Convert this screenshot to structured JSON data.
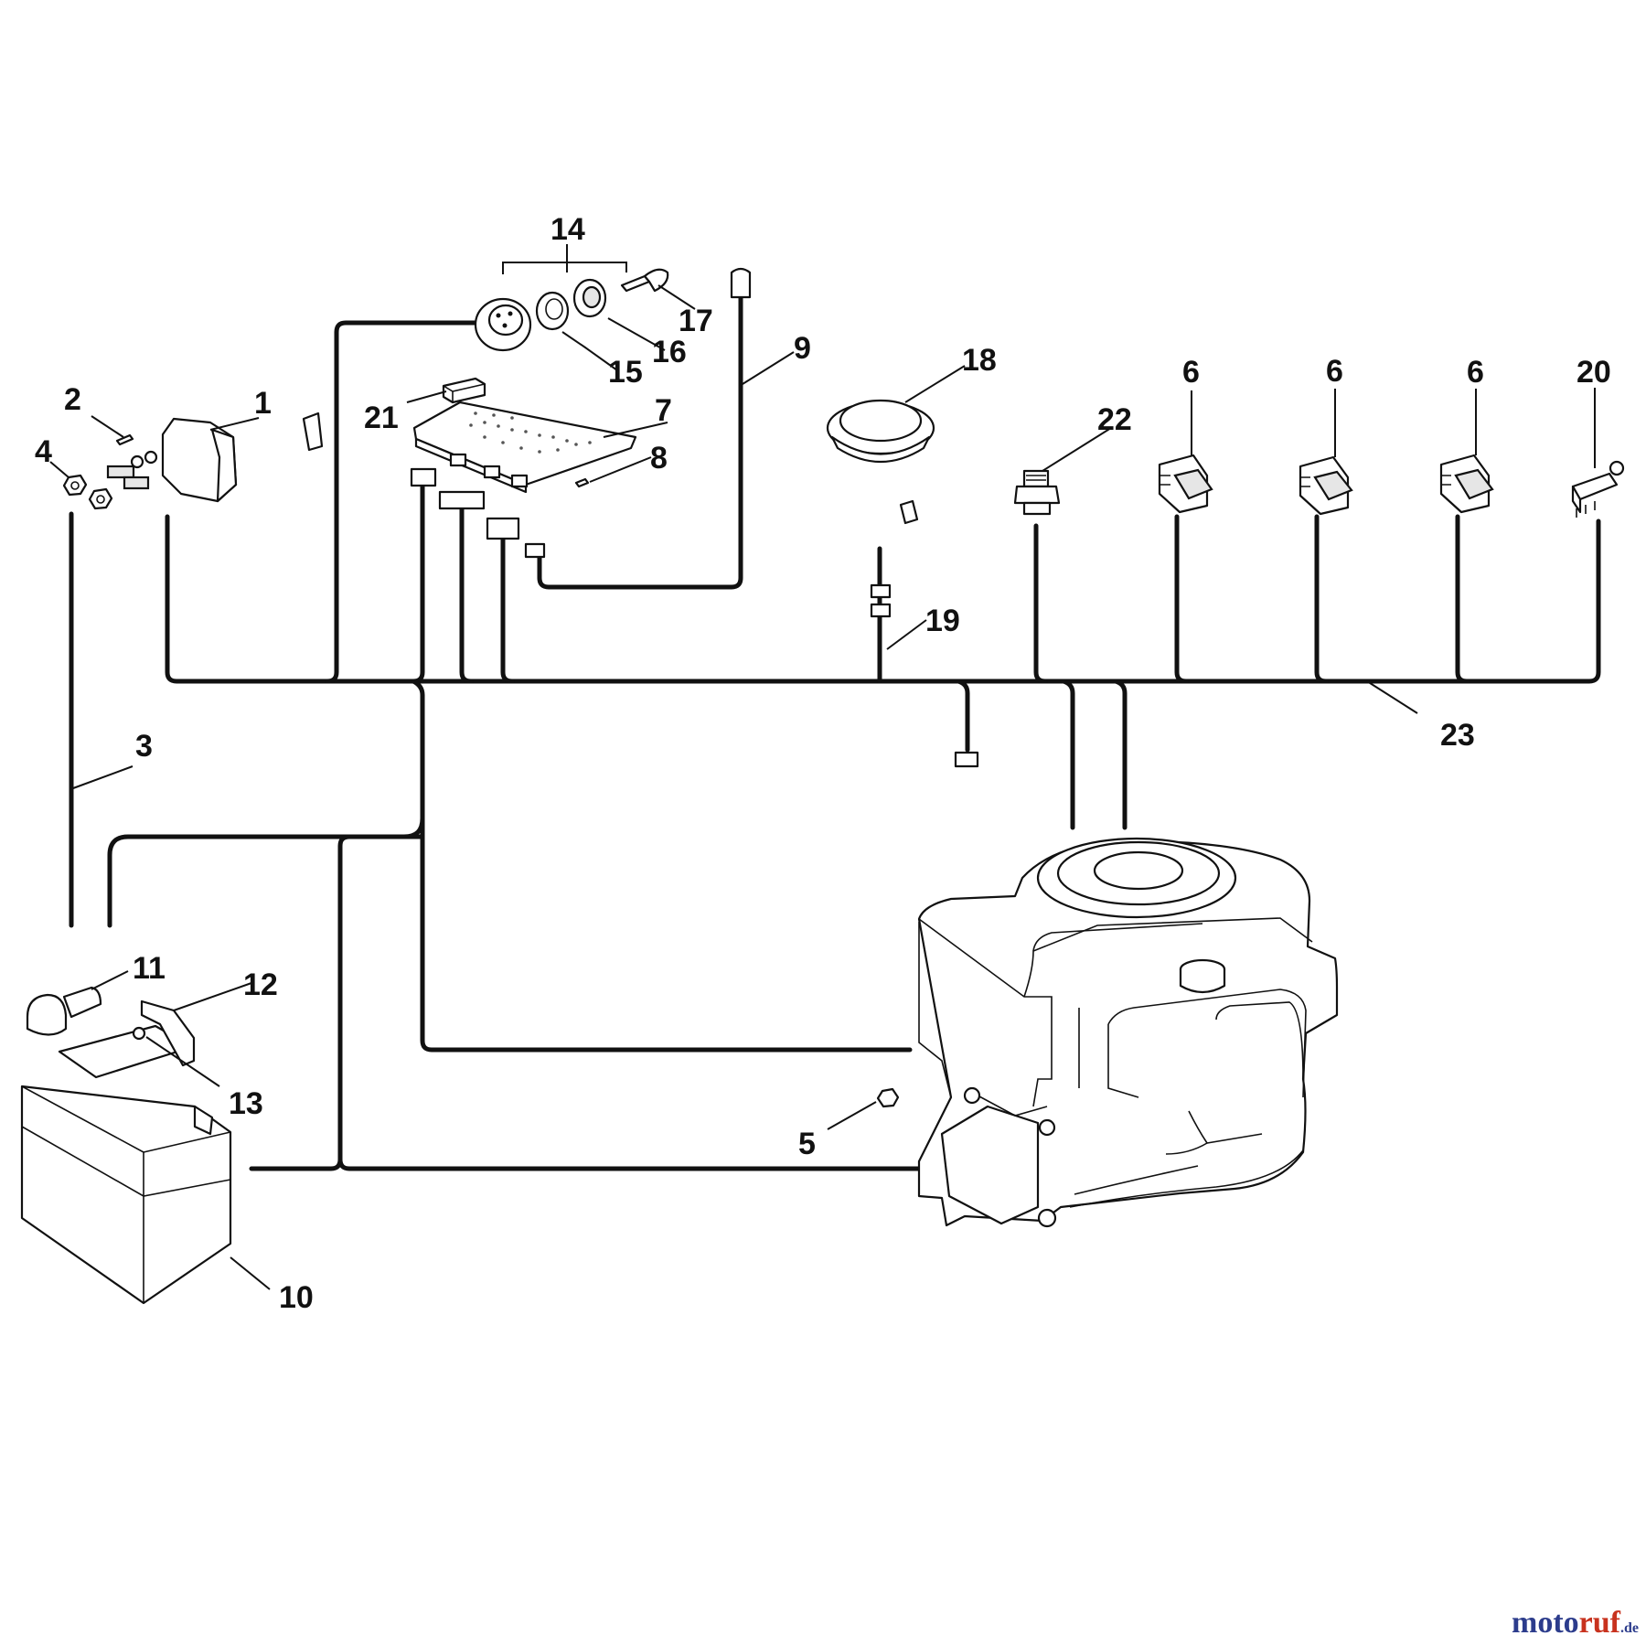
{
  "callouts": {
    "c1": "1",
    "c2": "2",
    "c3": "3",
    "c4": "4",
    "c5": "5",
    "c6a": "6",
    "c6b": "6",
    "c6c": "6",
    "c7": "7",
    "c8": "8",
    "c9": "9",
    "c10": "10",
    "c11": "11",
    "c12": "12",
    "c13": "13",
    "c14": "14",
    "c15": "15",
    "c16": "16",
    "c17": "17",
    "c18": "18",
    "c19": "19",
    "c20": "20",
    "c21": "21",
    "c22": "22",
    "c23": "23"
  },
  "watermark": {
    "part1": "moto",
    "part2": "ruf",
    "part3": ".de"
  },
  "colors": {
    "ink": "#111111",
    "watermark_blue": "#2c3c8c",
    "watermark_red": "#c8321e"
  }
}
